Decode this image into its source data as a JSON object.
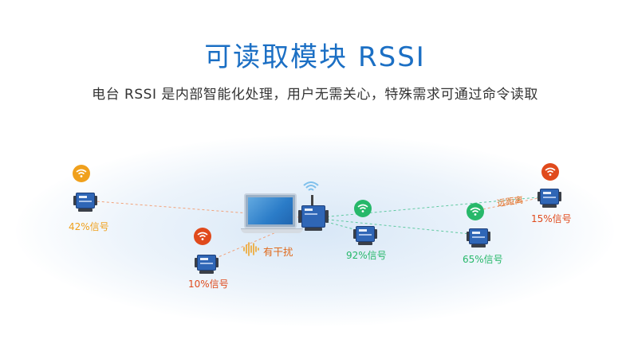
{
  "header": {
    "title": "可读取模块 RSSI",
    "subtitle": "电台 RSSI 是内部智能化处理，用户无需关心，特殊需求可通过命令读取"
  },
  "colors": {
    "title": "#1b6fc4",
    "orange": "#f0a01c",
    "red": "#e04a1c",
    "green": "#27b86a",
    "line_orange": "#f2a27a",
    "line_green": "#5fc9a1"
  },
  "nodes": [
    {
      "id": "node-42",
      "label": "42%信号",
      "status": "orange"
    },
    {
      "id": "node-10",
      "label": "10%信号",
      "status": "red"
    },
    {
      "id": "node-92",
      "label": "92%信号",
      "status": "green"
    },
    {
      "id": "node-65",
      "label": "65%信号",
      "status": "green"
    },
    {
      "id": "node-15",
      "label": "15%信号",
      "status": "red"
    }
  ],
  "annotations": {
    "interference": "有干扰",
    "far_distance": "远距离"
  },
  "icons": {
    "wifi": "wifi-icon",
    "interference": "sound-wave-icon",
    "router": "radio-module-icon",
    "laptop": "laptop-icon"
  }
}
